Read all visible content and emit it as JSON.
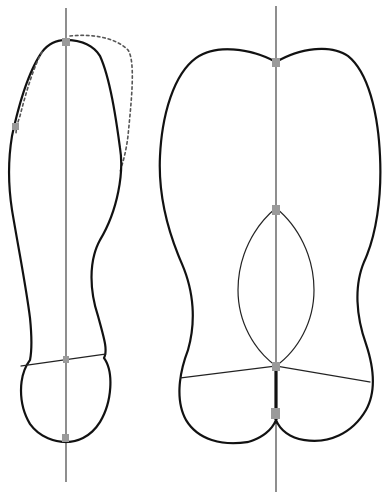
{
  "diagram": {
    "figures": [
      {
        "id": "left",
        "parts": [
          "central-axis",
          "narrow-outline",
          "dotted-alternate-outline",
          "transverse-line",
          "axis-markers"
        ]
      },
      {
        "id": "right",
        "parts": [
          "central-axis",
          "wide-outline",
          "inner-lens-outline",
          "transverse-lines",
          "axis-markers"
        ]
      }
    ],
    "colors": {
      "line": "#111111",
      "dotted": "#555555",
      "marker": "#9a9a9a",
      "background": "#ffffff"
    }
  }
}
